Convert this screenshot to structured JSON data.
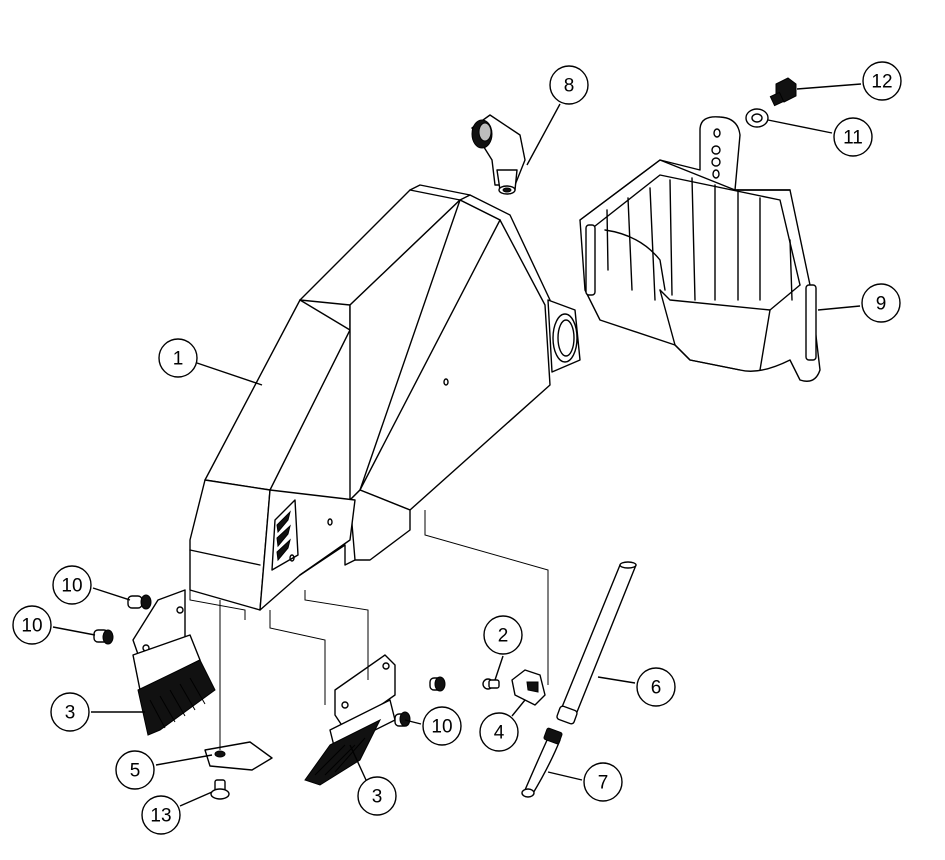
{
  "callouts": [
    {
      "label": "1"
    },
    {
      "label": "2"
    },
    {
      "label": "3"
    },
    {
      "label": "3"
    },
    {
      "label": "4"
    },
    {
      "label": "5"
    },
    {
      "label": "6"
    },
    {
      "label": "7"
    },
    {
      "label": "8"
    },
    {
      "label": "9"
    },
    {
      "label": "10"
    },
    {
      "label": "10"
    },
    {
      "label": "10"
    },
    {
      "label": "11"
    },
    {
      "label": "12"
    },
    {
      "label": "13"
    }
  ]
}
